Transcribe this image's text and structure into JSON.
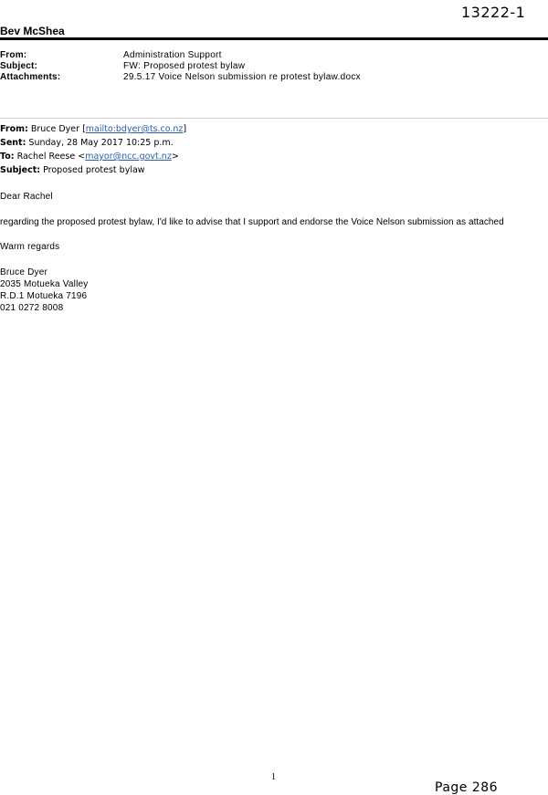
{
  "document_number": "13222-1",
  "sender_name": "Bev McShea",
  "header": {
    "from_label": "From:",
    "from_value": "Administration Support",
    "subject_label": "Subject:",
    "subject_value": "FW: Proposed protest bylaw",
    "attachments_label": "Attachments:",
    "attachments_value": "29.5.17 Voice Nelson submission re protest bylaw.docx"
  },
  "forwarded": {
    "from_label": "From:",
    "from_name": "Bruce Dyer",
    "from_link": "mailto:bdyer@ts.co.nz",
    "sent_label": "Sent:",
    "sent_value": "Sunday, 28 May 2017 10:25 p.m.",
    "to_label": "To:",
    "to_name": "Rachel Reese",
    "to_link": "mayor@ncc.govt.nz",
    "subject_label": "Subject:",
    "subject_value": "Proposed protest bylaw"
  },
  "body": {
    "greeting": "Dear Rachel",
    "message": "regarding the proposed protest bylaw, I'd like to advise that I support and endorse the Voice Nelson submission as attached",
    "closing": "Warm regards",
    "signature": [
      "Bruce Dyer",
      "2035 Motueka Valley",
      "R.D.1 Motueka 7196",
      "021 0272 8008"
    ]
  },
  "footer": {
    "page_number": "1",
    "page_label": "Page 286"
  }
}
